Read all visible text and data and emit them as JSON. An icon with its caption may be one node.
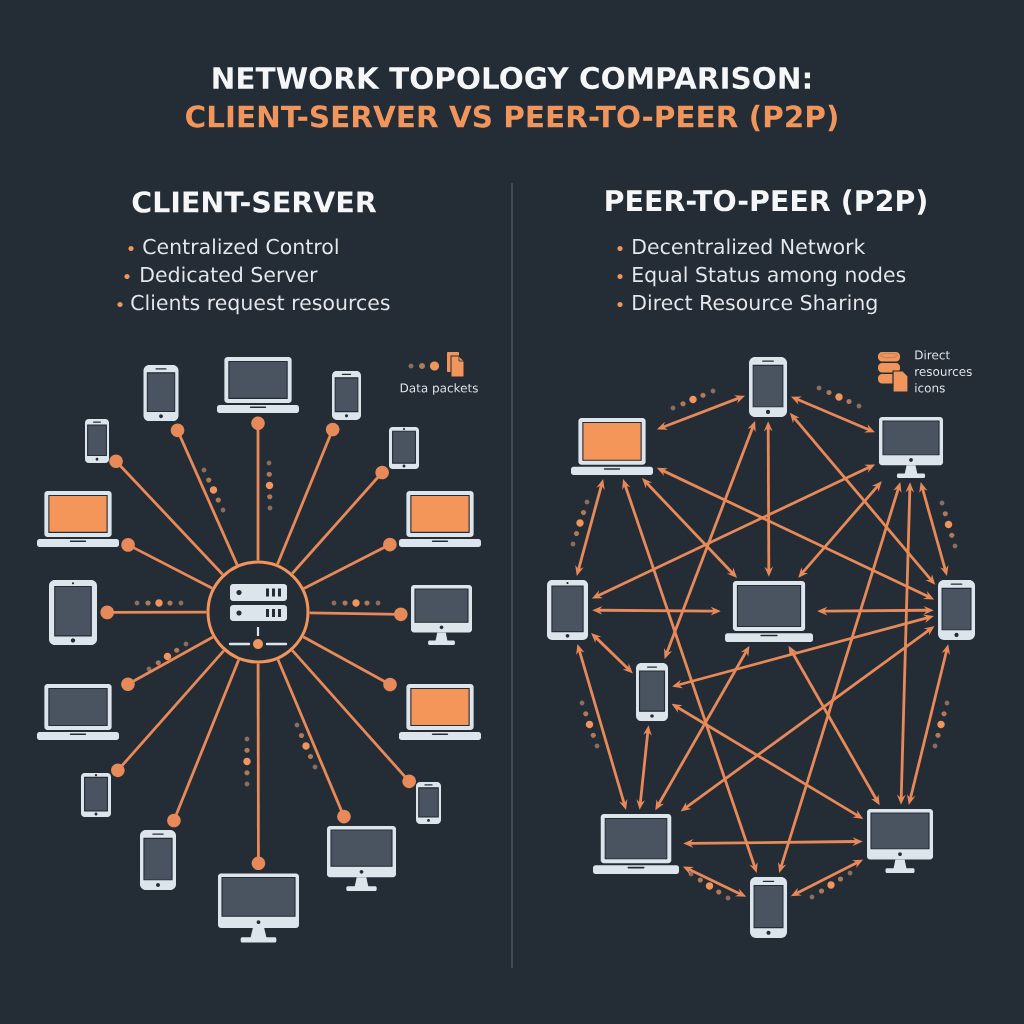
{
  "diagram": {
    "title": "NETWORK TOPOLOGY COMPARISON:",
    "nodes": [
      {
        "text": [],
        "shape": "server"
      },
      {
        "text": [],
        "shape": "phone"
      },
      {
        "text": [],
        "shape": "laptop"
      },
      {
        "text": [],
        "shape": "phone"
      },
      {
        "text": [],
        "shape": "phone"
      },
      {
        "text": [],
        "shape": "tablet"
      },
      {
        "text": [],
        "shape": "laptop"
      },
      {
        "text": [],
        "shape": "laptop"
      },
      {
        "text": [],
        "shape": "tablet"
      },
      {
        "text": [],
        "shape": "monitor"
      },
      {
        "text": [],
        "shape": "laptop"
      },
      {
        "text": [],
        "shape": "laptop"
      },
      {
        "text": [],
        "shape": "tablet"
      },
      {
        "text": [],
        "shape": "phone"
      },
      {
        "text": [],
        "shape": "phone"
      },
      {
        "text": [],
        "shape": "monitor"
      },
      {
        "text": [],
        "shape": "monitor"
      },
      {
        "text": [],
        "shape": "phone"
      },
      {
        "text": [],
        "shape": "laptop"
      },
      {
        "text": [],
        "shape": "monitor"
      },
      {
        "text": [],
        "shape": "tablet"
      },
      {
        "text": [],
        "shape": "laptop"
      },
      {
        "text": [],
        "shape": "phone"
      },
      {
        "text": [],
        "shape": "phone"
      },
      {
        "text": [],
        "shape": "laptop"
      },
      {
        "text": [],
        "shape": "monitor"
      },
      {
        "text": [],
        "shape": "phone"
      }
    ],
    "edges": [
      {
        "from": 0,
        "to": 1,
        "arrow": "other"
      },
      {
        "from": 0,
        "to": 2,
        "arrow": "other"
      },
      {
        "from": 0,
        "to": 3,
        "arrow": "other"
      },
      {
        "from": 0,
        "to": 4,
        "arrow": "other"
      },
      {
        "from": 0,
        "to": 5,
        "arrow": "other"
      },
      {
        "from": 0,
        "to": 6,
        "arrow": "other"
      },
      {
        "from": 0,
        "to": 7,
        "arrow": "other"
      },
      {
        "from": 0,
        "to": 8,
        "arrow": "other"
      },
      {
        "from": 0,
        "to": 9,
        "arrow": "other"
      },
      {
        "from": 0,
        "to": 10,
        "arrow": "other"
      },
      {
        "from": 0,
        "to": 11,
        "arrow": "other"
      },
      {
        "from": 0,
        "to": 12,
        "arrow": "other"
      },
      {
        "from": 0,
        "to": 13,
        "arrow": "other"
      },
      {
        "from": 0,
        "to": 14,
        "arrow": "other"
      },
      {
        "from": 0,
        "to": 15,
        "arrow": "other"
      },
      {
        "from": 0,
        "to": 16,
        "arrow": "other"
      },
      {
        "from": 17,
        "to": 18,
        "arrow": "both"
      },
      {
        "from": 17,
        "to": 19,
        "arrow": "both"
      },
      {
        "from": 17,
        "to": 21,
        "arrow": "both"
      },
      {
        "from": 17,
        "to": 22,
        "arrow": "both"
      },
      {
        "from": 17,
        "to": 23,
        "arrow": "both"
      },
      {
        "from": 18,
        "to": 20,
        "arrow": "both"
      },
      {
        "from": 18,
        "to": 21,
        "arrow": "both"
      },
      {
        "from": 18,
        "to": 22,
        "arrow": "both"
      },
      {
        "from": 18,
        "to": 26,
        "arrow": "both"
      },
      {
        "from": 19,
        "to": 20,
        "arrow": "both"
      },
      {
        "from": 19,
        "to": 21,
        "arrow": "both"
      },
      {
        "from": 19,
        "to": 22,
        "arrow": "both"
      },
      {
        "from": 19,
        "to": 26,
        "arrow": "both"
      },
      {
        "from": 19,
        "to": 25,
        "arrow": "both"
      },
      {
        "from": 20,
        "to": 21,
        "arrow": "both"
      },
      {
        "from": 20,
        "to": 23,
        "arrow": "both"
      },
      {
        "from": 20,
        "to": 24,
        "arrow": "both"
      },
      {
        "from": 21,
        "to": 22,
        "arrow": "both"
      },
      {
        "from": 21,
        "to": 24,
        "arrow": "both"
      },
      {
        "from": 21,
        "to": 25,
        "arrow": "both"
      },
      {
        "from": 22,
        "to": 23,
        "arrow": "both"
      },
      {
        "from": 22,
        "to": 24,
        "arrow": "both"
      },
      {
        "from": 22,
        "to": 25,
        "arrow": "both"
      },
      {
        "from": 23,
        "to": 24,
        "arrow": "both"
      },
      {
        "from": 23,
        "to": 25,
        "arrow": "both"
      },
      {
        "from": 24,
        "to": 25,
        "arrow": "both"
      },
      {
        "from": 24,
        "to": 26,
        "arrow": "both"
      },
      {
        "from": 25,
        "to": 26,
        "arrow": "both"
      }
    ],
    "labels": [
      "CLIENT-SERVER VS PEER-TO-PEER (P2P)",
      "CLIENT-SERVER",
      "Centralized Control",
      "Dedicated Server",
      "Clients request resources",
      "PEER-TO-PEER (P2P)",
      "Decentralized Network",
      "Equal Status among nodes",
      "Direct Resource Sharing"
    ],
    "legend": [
      {
        "text": "Data packets"
      },
      {
        "text": "Direct resources icons"
      }
    ]
  }
}
